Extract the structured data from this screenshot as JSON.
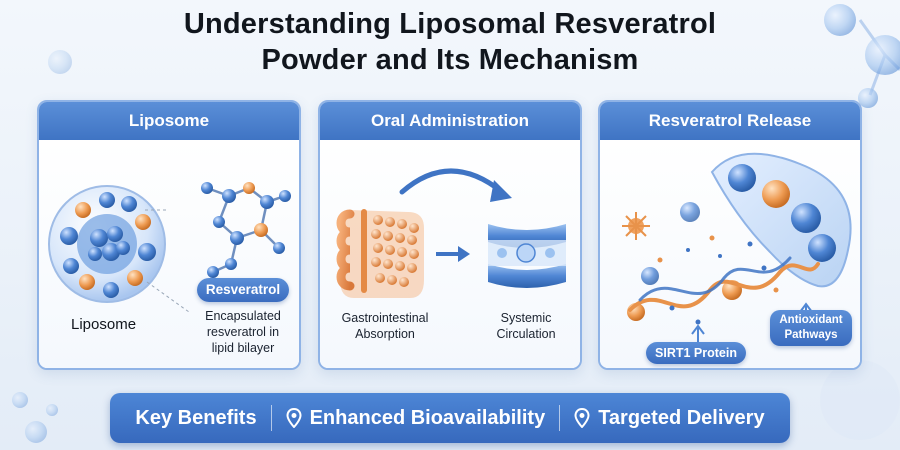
{
  "title": {
    "line1": "Understanding Liposomal Resveratrol",
    "line2": "Powder and Its Mechanism"
  },
  "panels": [
    {
      "header": "Liposome",
      "liposome_label": "Liposome",
      "resveratrol_pill": "Resveratrol",
      "caption_lines": [
        "Encapsulated",
        "resveratrol in",
        "lipid bilayer"
      ]
    },
    {
      "header": "Oral Administration",
      "gi_lines": [
        "Gastrointestinal",
        "Absorption"
      ],
      "circ_lines": [
        "Systemic",
        "Circulation"
      ]
    },
    {
      "header": "Resveratrol Release",
      "sirt1_pill": "SIRT1 Protein",
      "antioxidant_lines": [
        "Antioxidant",
        "Pathways"
      ]
    }
  ],
  "benefits": {
    "items": [
      "Key Benefits",
      "Enhanced Bioavailability",
      "Targeted Delivery"
    ],
    "pin_icon": "location-pin-icon"
  },
  "colors": {
    "accent_blue": "#3f74c4",
    "orange": "#e8924a",
    "light_blue": "#8fb3e6"
  }
}
